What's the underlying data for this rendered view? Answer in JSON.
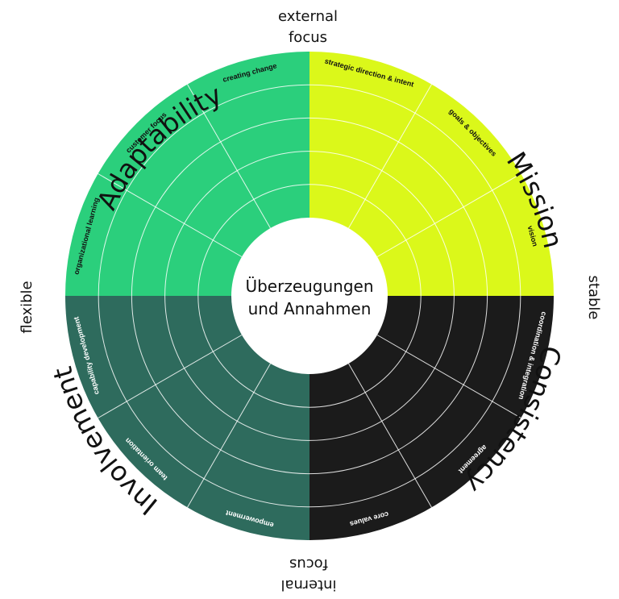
{
  "center": {
    "line1": "Überzeugungen",
    "line2": "und Annahmen"
  },
  "axes": {
    "top_line1": "external",
    "top_line2": "focus",
    "bottom_line1": "internal",
    "bottom_line2": "focus",
    "left": "flexible",
    "right": "stable"
  },
  "quadrants": [
    {
      "id": "adaptability",
      "title": "Adaptability",
      "color": "#2bcf7c",
      "text_color": "#111111",
      "segments": [
        "organizational learning",
        "customer focus",
        "creating change"
      ]
    },
    {
      "id": "mission",
      "title": "Mission",
      "color": "#dbf81a",
      "text_color": "#111111",
      "segments": [
        "strategic direction & intent",
        "goals & objectives",
        "vision"
      ]
    },
    {
      "id": "consistency",
      "title": "Consistency",
      "color": "#1b1b1b",
      "text_color": "#ffffff",
      "segments": [
        "coordination & integration",
        "agreement",
        "core values"
      ]
    },
    {
      "id": "involvement",
      "title": "Involvement",
      "color": "#2e6b5d",
      "text_color": "#ffffff",
      "segments": [
        "empowerment",
        "team orientation",
        "capability development"
      ]
    }
  ],
  "ring_count": 5
}
